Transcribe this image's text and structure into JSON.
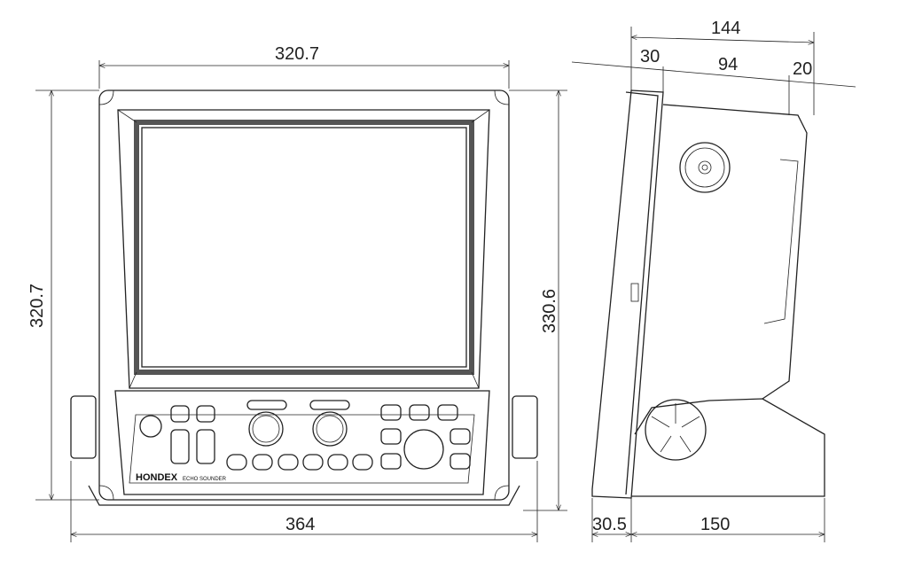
{
  "front_view": {
    "width_top": "320.7",
    "height_left": "320.7",
    "height_right": "330.6",
    "width_bottom": "364"
  },
  "side_view": {
    "depth_total": "144",
    "depth_front": "30",
    "depth_mid": "94",
    "depth_rear": "20",
    "base_front": "30.5",
    "base_depth": "150"
  },
  "logo": {
    "brand": "HONDEX",
    "product": "ECHO SOUNDER"
  }
}
